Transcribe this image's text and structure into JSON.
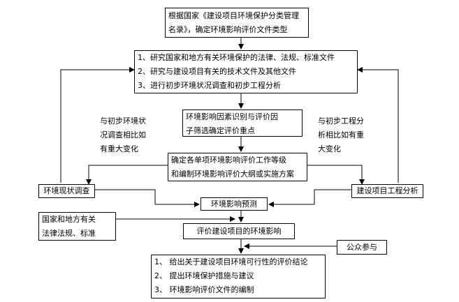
{
  "boxes": {
    "classify": {
      "lines": [
        "根据国家《建设项目环境保护分类管理",
        "名录》，确定环境影响评价文件类型"
      ]
    },
    "research": {
      "lines": [
        "1、研究国家和地方有关环境保护的法律、法规、标准文件",
        "2、研究与建设项目有关的技术文件及其他文件",
        "3、进行初步环境状况调查和初步工程分析"
      ]
    },
    "factors": {
      "lines": [
        "环境影响因素识别与评价因",
        "子筛选确定评价重点"
      ]
    },
    "grading": {
      "lines": [
        "确定各单项环境影响评价工作等级",
        "和编制环境影响评价大纲或实施方案"
      ]
    },
    "env_survey": {
      "label": "环境现状调查"
    },
    "eng_analysis": {
      "label": "建设项目工程分析"
    },
    "prediction": {
      "label": "环境影响预测"
    },
    "laws": {
      "lines": [
        "国家和地方有关",
        "法律法规、标准"
      ]
    },
    "evaluation": {
      "label": "评价建设项目的环境影响"
    },
    "public": {
      "label": "公众参与"
    },
    "conclusions": {
      "lines": [
        "1、    给出关于建设项目环境可行性的评价结论",
        "2、    提出环境保护措施与建议",
        "3、    环境影响评价文件的编制"
      ]
    }
  },
  "notes": {
    "left": {
      "lines": [
        "与初步环境状",
        "况调查相比如",
        "有重大变化"
      ]
    },
    "right": {
      "lines": [
        "与初步工程分",
        "析相比如有重",
        "大变化"
      ]
    }
  }
}
